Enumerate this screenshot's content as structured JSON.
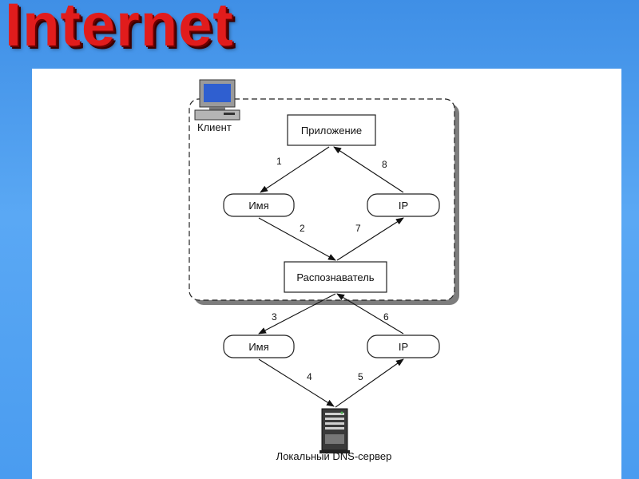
{
  "title": "Internet",
  "diagram": {
    "client_label": "Клиент",
    "nodes": {
      "application": "Приложение",
      "name_top": "Имя",
      "ip_top": "IP",
      "resolver": "Распознаватель",
      "name_bottom": "Имя",
      "ip_bottom": "IP"
    },
    "server_label": "Локальный DNS-сервер",
    "steps": [
      "1",
      "2",
      "3",
      "4",
      "5",
      "6",
      "7",
      "8"
    ]
  }
}
